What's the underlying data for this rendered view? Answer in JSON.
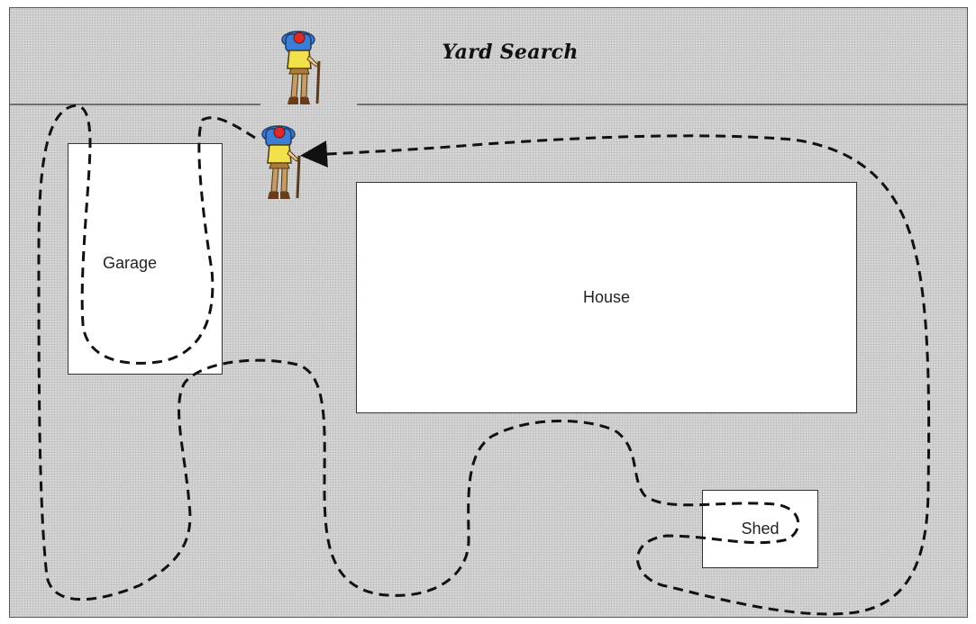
{
  "title": "Yard Search",
  "buildings": {
    "garage": "Garage",
    "house": "House",
    "shed": "Shed"
  },
  "icons": [
    "hiker-icon",
    "hiker-icon"
  ],
  "path_style": "dashed",
  "colors": {
    "background": "#d3d3d3",
    "building": "#ffffff",
    "path": "#111111"
  }
}
